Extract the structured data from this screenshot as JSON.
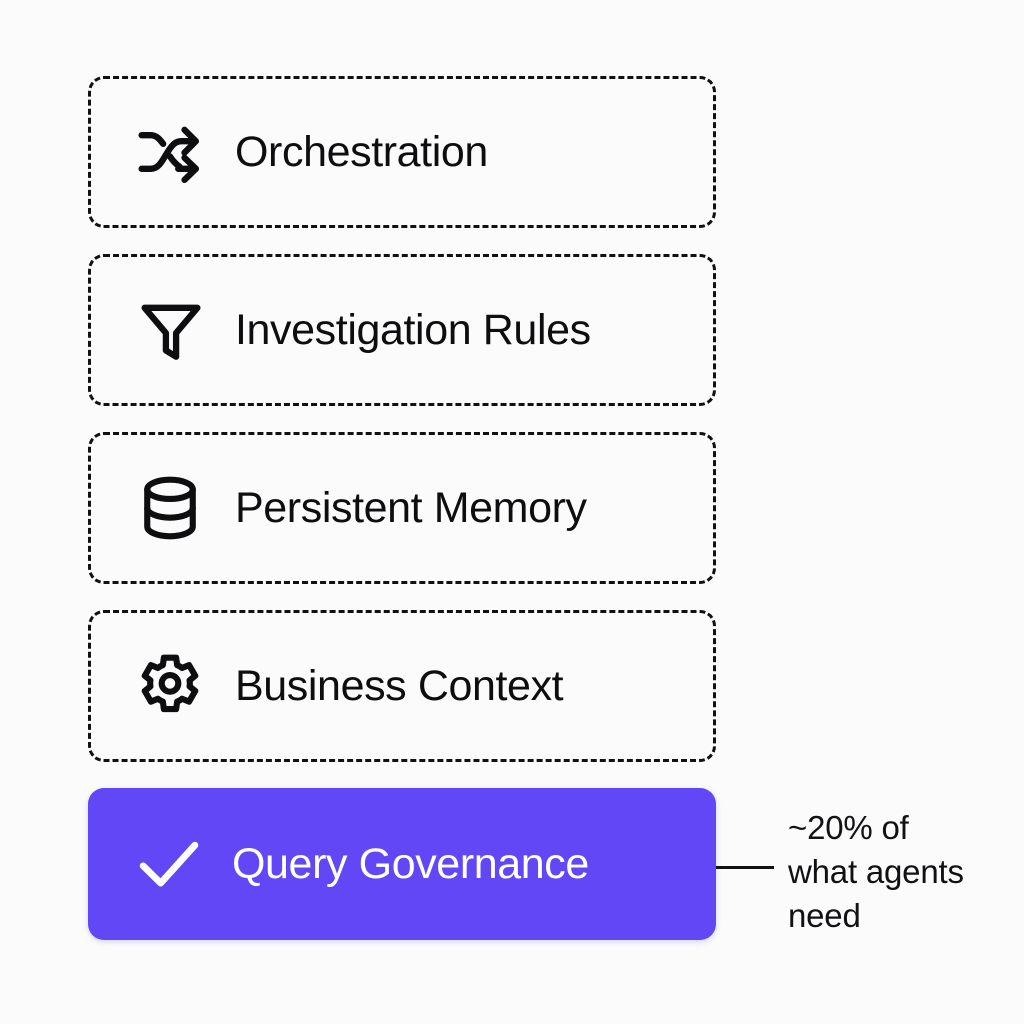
{
  "background_color": "#fbfbfb",
  "accent_color": "#6147f5",
  "outline_color": "#111111",
  "diagram": {
    "type": "stacked-capability-list",
    "cards": [
      {
        "id": "orchestration",
        "label": "Orchestration",
        "icon": "shuffle-icon",
        "style": "dashed-outline",
        "highlighted": false
      },
      {
        "id": "investigation-rules",
        "label": "Investigation Rules",
        "icon": "funnel-filter-icon",
        "style": "dashed-outline",
        "highlighted": false
      },
      {
        "id": "persistent-memory",
        "label": "Persistent Memory",
        "icon": "database-icon",
        "style": "dashed-outline",
        "highlighted": false
      },
      {
        "id": "business-context",
        "label": "Business Context",
        "icon": "gear-icon",
        "style": "dashed-outline",
        "highlighted": false
      },
      {
        "id": "query-governance",
        "label": "Query Governance",
        "icon": "check-icon",
        "style": "filled-accent",
        "highlighted": true
      }
    ]
  },
  "annotation": {
    "target": "query-governance",
    "lines": [
      "~20% of",
      "what agents",
      "need"
    ],
    "full_text": "~20% of what agents need"
  }
}
